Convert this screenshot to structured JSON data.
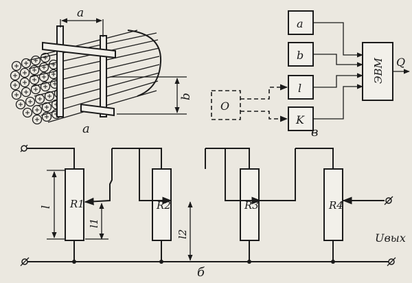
{
  "panel_a": {
    "dim_a": "a",
    "dim_b": "b",
    "caption": "а"
  },
  "panel_b": {
    "caption": "в",
    "inputs": [
      "a",
      "b",
      "l",
      "K"
    ],
    "source": "О",
    "computer": "ЭВМ",
    "output": "Q"
  },
  "panel_c": {
    "caption": "б",
    "resistors": [
      "R1",
      "R2",
      "R3",
      "R4"
    ],
    "dim_l": "l",
    "dim_l1": "l1",
    "dim_l2": "l2",
    "output_label": "Uвых"
  }
}
